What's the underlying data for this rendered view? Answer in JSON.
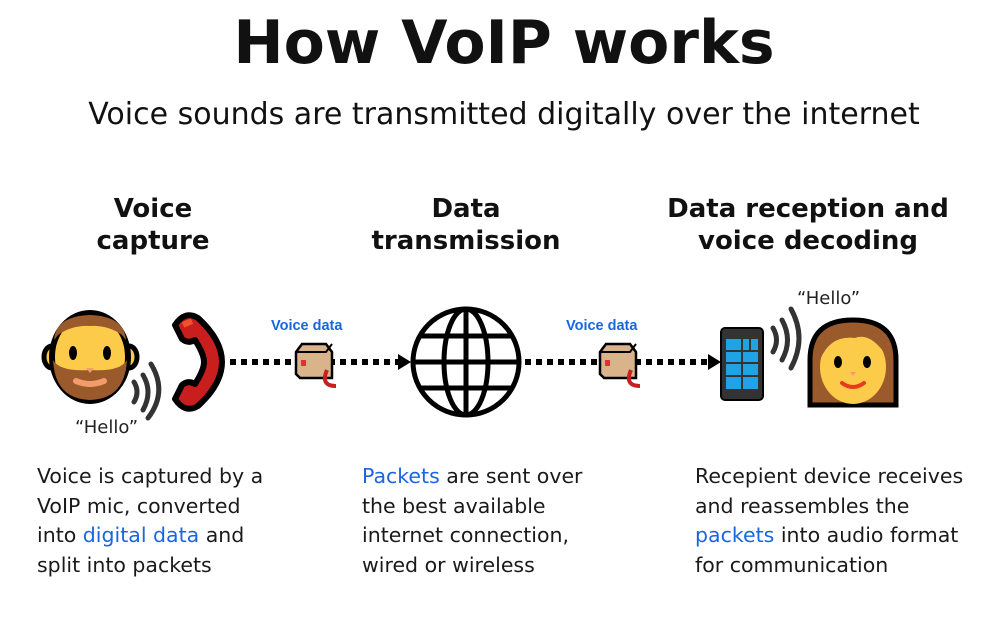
{
  "title": "How VoIP works",
  "subtitle": "Voice sounds are transmitted digitally over the internet",
  "columns": [
    {
      "heading": [
        "Voice",
        "capture"
      ],
      "body": [
        [
          {
            "t": "Voice is captured by a"
          }
        ],
        [
          {
            "t": "VoIP mic, converted"
          }
        ],
        [
          {
            "t": "into "
          },
          {
            "t": "digital data",
            "hl": true
          },
          {
            "t": " and"
          }
        ],
        [
          {
            "t": "split into packets"
          }
        ]
      ]
    },
    {
      "heading": [
        "Data",
        "transmission"
      ],
      "body": [
        [
          {
            "t": "Packets",
            "hl": true
          },
          {
            "t": " are sent over"
          }
        ],
        [
          {
            "t": "the best available"
          }
        ],
        [
          {
            "t": "internet connection,"
          }
        ],
        [
          {
            "t": "wired or wireless"
          }
        ]
      ]
    },
    {
      "heading": [
        "Data reception and",
        "voice decoding"
      ],
      "body": [
        [
          {
            "t": "Recepient device receives"
          }
        ],
        [
          {
            "t": "and reassembles the"
          }
        ],
        [
          {
            "t": "packets",
            "hl": true
          },
          {
            "t": " into audio format"
          }
        ],
        [
          {
            "t": "for communication"
          }
        ]
      ]
    }
  ],
  "labels": {
    "voice_data_1": "Voice data",
    "voice_data_2": "Voice data",
    "hello_sender": "“Hello”",
    "hello_receiver": "“Hello”"
  },
  "icons": [
    "man-face-icon",
    "sound-waves-icon",
    "telephone-handset-icon",
    "package-icon",
    "globe-icon",
    "mobile-phone-icon",
    "woman-face-icon"
  ],
  "colors": {
    "accent": "#1a66e0",
    "handset": "#d42a1e",
    "skin": "#fdcb4a",
    "hair": "#9a5a2c",
    "screen": "#1fa3e6"
  }
}
